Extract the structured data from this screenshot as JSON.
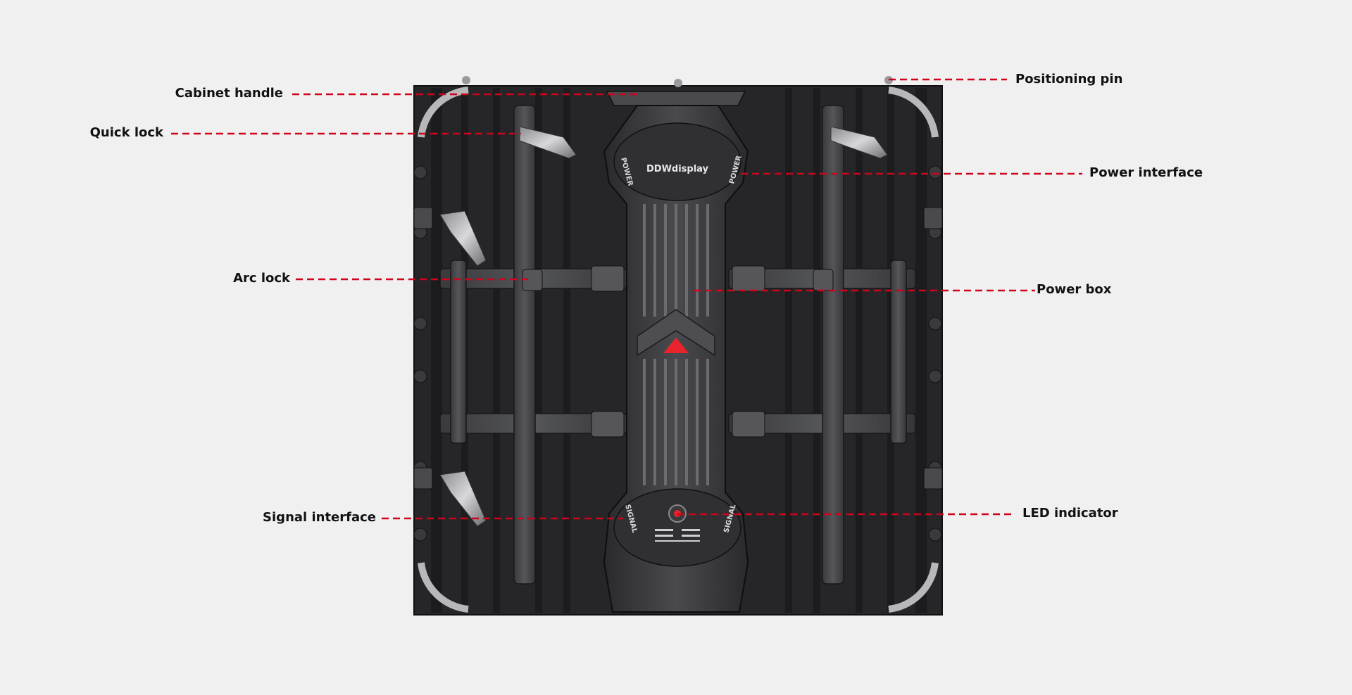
{
  "brand": "DDWdisplay",
  "panel_text": {
    "power_left": "POWER",
    "power_right": "POWER",
    "signal_left": "SIGNAL",
    "signal_right": "SIGNAL"
  },
  "colors": {
    "background": "#f0f0f0",
    "leader_line": "#d0021b",
    "cabinet": "#2b2b2d",
    "accent": "#e8232b"
  },
  "callouts": {
    "cabinet_handle": "Cabinet handle",
    "quick_lock": "Quick lock",
    "arc_lock": "Arc lock",
    "signal_interface": "Signal interface",
    "positioning_pin": "Positioning pin",
    "power_interface": "Power interface",
    "power_box": "Power box",
    "led_indicator": "LED indicator"
  }
}
